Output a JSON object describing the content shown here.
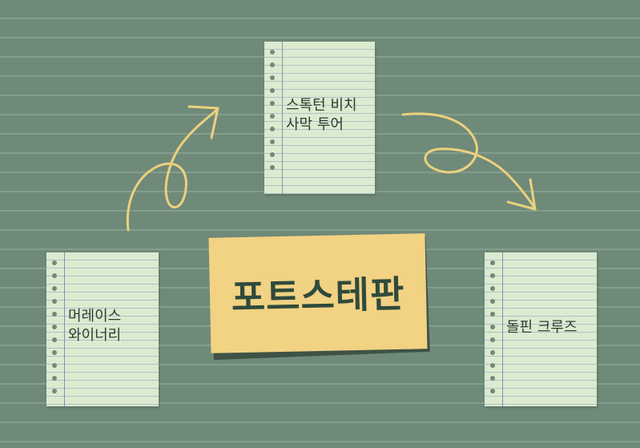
{
  "center": {
    "title": "포트스테판"
  },
  "notes": {
    "top": {
      "lines": [
        "스톡턴 비치",
        "사막 투어"
      ]
    },
    "left": {
      "lines": [
        "머레이스",
        "와이너리"
      ]
    },
    "right": {
      "lines": [
        "돌핀 크루즈"
      ]
    }
  },
  "colors": {
    "background": "#6f8a79",
    "note_paper": "#dcebd0",
    "center_card": "#f2d283",
    "text": "#2c3d33",
    "arrow": "#ecd17c"
  },
  "icons": {
    "arrow_left_to_top": "curly-arrow-icon",
    "arrow_top_to_right": "curly-arrow-icon"
  }
}
